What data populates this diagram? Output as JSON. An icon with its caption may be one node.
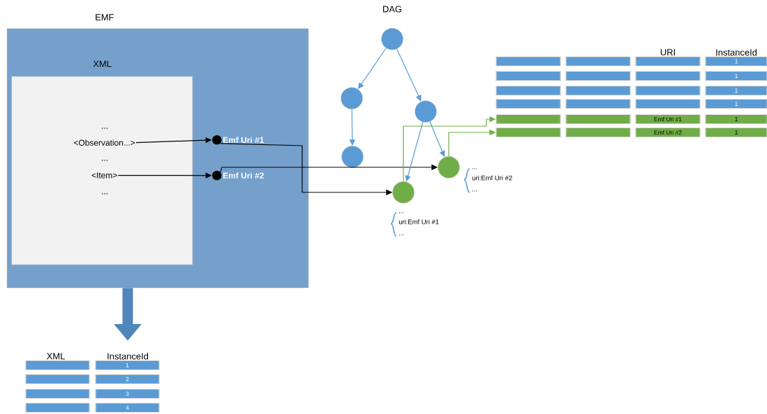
{
  "diagram": {
    "nodes": [
      {
        "text": [
          "EMF"
        ]
      },
      {
        "text": [
          "XML"
        ],
        "in": 0
      },
      {
        "text": [
          "<Observation...>"
        ],
        "in": 1
      },
      {
        "text": [
          "<Item>"
        ],
        "in": 1
      },
      {
        "text": [],
        "shape": "circle",
        "in": 0,
        "beside": [
          "Emf Uri #1"
        ]
      },
      {
        "text": [],
        "shape": "circle",
        "in": 0,
        "beside": [
          "Emf Uri #2"
        ]
      },
      {
        "text": [],
        "shape": "circle"
      },
      {
        "text": [],
        "shape": "circle"
      },
      {
        "text": [],
        "shape": "circle"
      },
      {
        "text": [],
        "shape": "circle"
      },
      {
        "text": [],
        "shape": "circle",
        "beside": [
          "...",
          "uri:Emf Uri #2",
          "..."
        ]
      },
      {
        "text": [],
        "shape": "circle",
        "beside": [
          "...",
          "uri:Emf Uri #1",
          "..."
        ]
      },
      {
        "text": [],
        "shape": "bar"
      },
      {
        "text": [],
        "shape": "bar"
      },
      {
        "text": [],
        "shape": "bar"
      },
      {
        "text": [
          "1"
        ]
      },
      {
        "text": [],
        "shape": "bar"
      },
      {
        "text": [],
        "shape": "bar"
      },
      {
        "text": [],
        "shape": "bar"
      },
      {
        "text": [
          "1"
        ]
      },
      {
        "text": [],
        "shape": "bar"
      },
      {
        "text": [],
        "shape": "bar"
      },
      {
        "text": [],
        "shape": "bar"
      },
      {
        "text": [
          "1"
        ]
      },
      {
        "text": [],
        "shape": "bar"
      },
      {
        "text": [],
        "shape": "bar"
      },
      {
        "text": [],
        "shape": "bar"
      },
      {
        "text": [
          "1"
        ]
      },
      {
        "text": [],
        "shape": "bar"
      },
      {
        "text": [],
        "shape": "bar"
      },
      {
        "text": [
          "Emf Uri #1"
        ]
      },
      {
        "text": [
          "1"
        ]
      },
      {
        "text": [],
        "shape": "bar"
      },
      {
        "text": [],
        "shape": "bar"
      },
      {
        "text": [
          "Emf Uri #2"
        ]
      },
      {
        "text": [
          "1"
        ]
      },
      {
        "text": [],
        "shape": "bar"
      },
      {
        "text": [
          "1"
        ]
      },
      {
        "text": [],
        "shape": "bar"
      },
      {
        "text": [
          "2"
        ]
      },
      {
        "text": [],
        "shape": "bar"
      },
      {
        "text": [
          "3"
        ]
      },
      {
        "text": [],
        "shape": "bar"
      },
      {
        "text": [
          "4"
        ]
      }
    ],
    "edges": [
      {
        "from": 2,
        "to": 4,
        "arrow": "to",
        "color": "#000000"
      },
      {
        "from": 3,
        "to": 5,
        "arrow": "to",
        "color": "#000000"
      },
      {
        "from": 4,
        "to": 11,
        "arrow": "to",
        "color": "#000000"
      },
      {
        "from": 5,
        "to": 10,
        "arrow": "to",
        "color": "#000000"
      },
      {
        "from": 6,
        "to": 7,
        "arrow": "to"
      },
      {
        "from": 6,
        "to": 8,
        "arrow": "to"
      },
      {
        "from": 7,
        "to": 9,
        "arrow": "to"
      },
      {
        "from": 8,
        "to": 10,
        "arrow": "to"
      },
      {
        "from": 8,
        "to": 11,
        "arrow": "to"
      },
      {
        "from": 11,
        "to": 28,
        "arrow": "to",
        "color": "#70ad47"
      },
      {
        "from": 10,
        "to": 32,
        "arrow": "to",
        "color": "#70ad47"
      },
      {
        "from": 0,
        "to": 37,
        "arrow": "to",
        "style": "thick",
        "color": "#4f86bb"
      }
    ],
    "labels": [
      "DAG",
      "...",
      "...",
      "...",
      "URI",
      "InstanceId",
      "XML",
      "InstanceId"
    ]
  }
}
